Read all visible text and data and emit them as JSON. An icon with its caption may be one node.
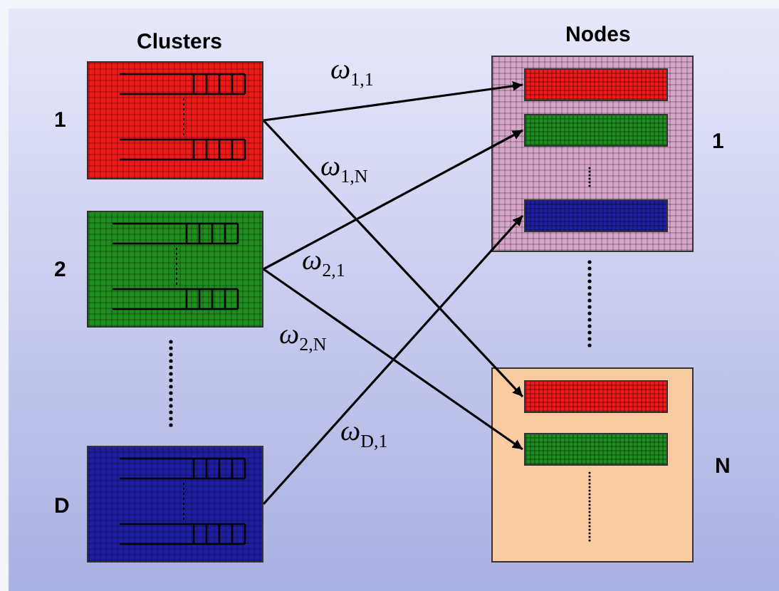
{
  "diagram": {
    "nodes": [
      {
        "text": [],
        "shape": "box",
        "beside": [
          "1"
        ]
      },
      {
        "text": [],
        "shape": "box",
        "beside": [
          "2"
        ]
      },
      {
        "text": [],
        "shape": "box",
        "beside": [
          "D"
        ]
      },
      {
        "text": [],
        "shape": "box",
        "beside": [
          "1"
        ]
      },
      {
        "text": [],
        "shape": "bar",
        "in": 3
      },
      {
        "text": [],
        "shape": "bar",
        "in": 3
      },
      {
        "text": [],
        "shape": "bar",
        "in": 3
      },
      {
        "text": [],
        "shape": "box",
        "beside": [
          "N"
        ]
      },
      {
        "text": [],
        "shape": "bar",
        "in": 7
      },
      {
        "text": [],
        "shape": "bar",
        "in": 7
      }
    ],
    "edges": [
      {
        "from": 0,
        "to": 4,
        "arrow": "to",
        "label": "ω$_{1,1}$"
      },
      {
        "from": 0,
        "to": 8,
        "arrow": "to",
        "label": "ω$_{1,N}$"
      },
      {
        "from": 1,
        "to": 5,
        "arrow": "to",
        "label": "ω$_{2,1}$"
      },
      {
        "from": 1,
        "to": 9,
        "arrow": "to",
        "label": "ω$_{2,N}$"
      },
      {
        "from": 2,
        "to": 6,
        "arrow": "to",
        "label": "ω$_{D,1}$"
      }
    ],
    "labels": [
      "Clusters",
      "Nodes"
    ]
  }
}
